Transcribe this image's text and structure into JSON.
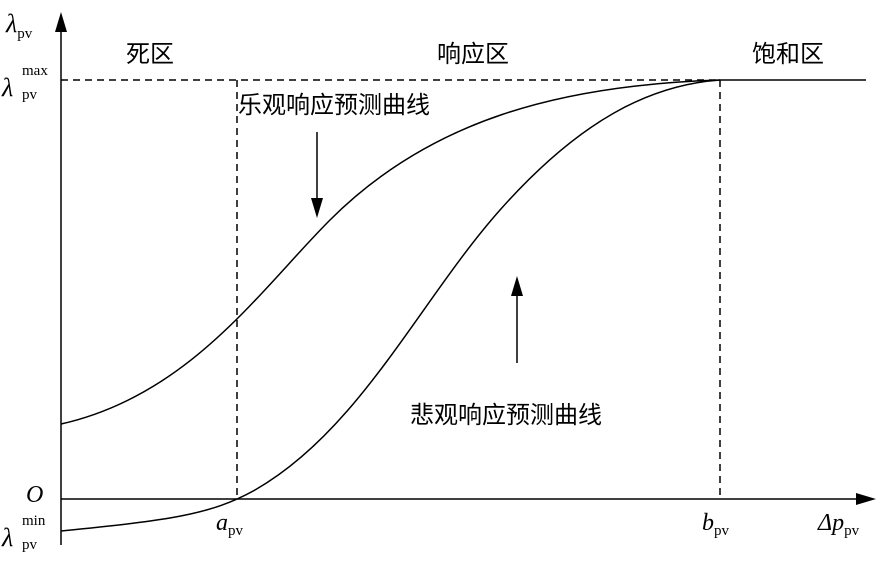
{
  "axes": {
    "y_symbol": "λ",
    "y_sub": "pv",
    "x_symbol": "Δp",
    "x_sub": "pv",
    "origin": "O"
  },
  "levels": {
    "max_symbol": "λ",
    "max_sub": "pv",
    "max_sup": "max",
    "min_symbol": "λ",
    "min_sub": "pv",
    "min_sup": "min"
  },
  "thresholds": {
    "a_symbol": "a",
    "a_sub": "pv",
    "b_symbol": "b",
    "b_sub": "pv"
  },
  "regions": {
    "dead": "死区",
    "response": "响应区",
    "saturation": "饱和区"
  },
  "curves": {
    "optimistic": "乐观响应预测曲线",
    "pessimistic": "悲观响应预测曲线"
  },
  "colors": {
    "line": "#000000",
    "background": "#ffffff"
  }
}
